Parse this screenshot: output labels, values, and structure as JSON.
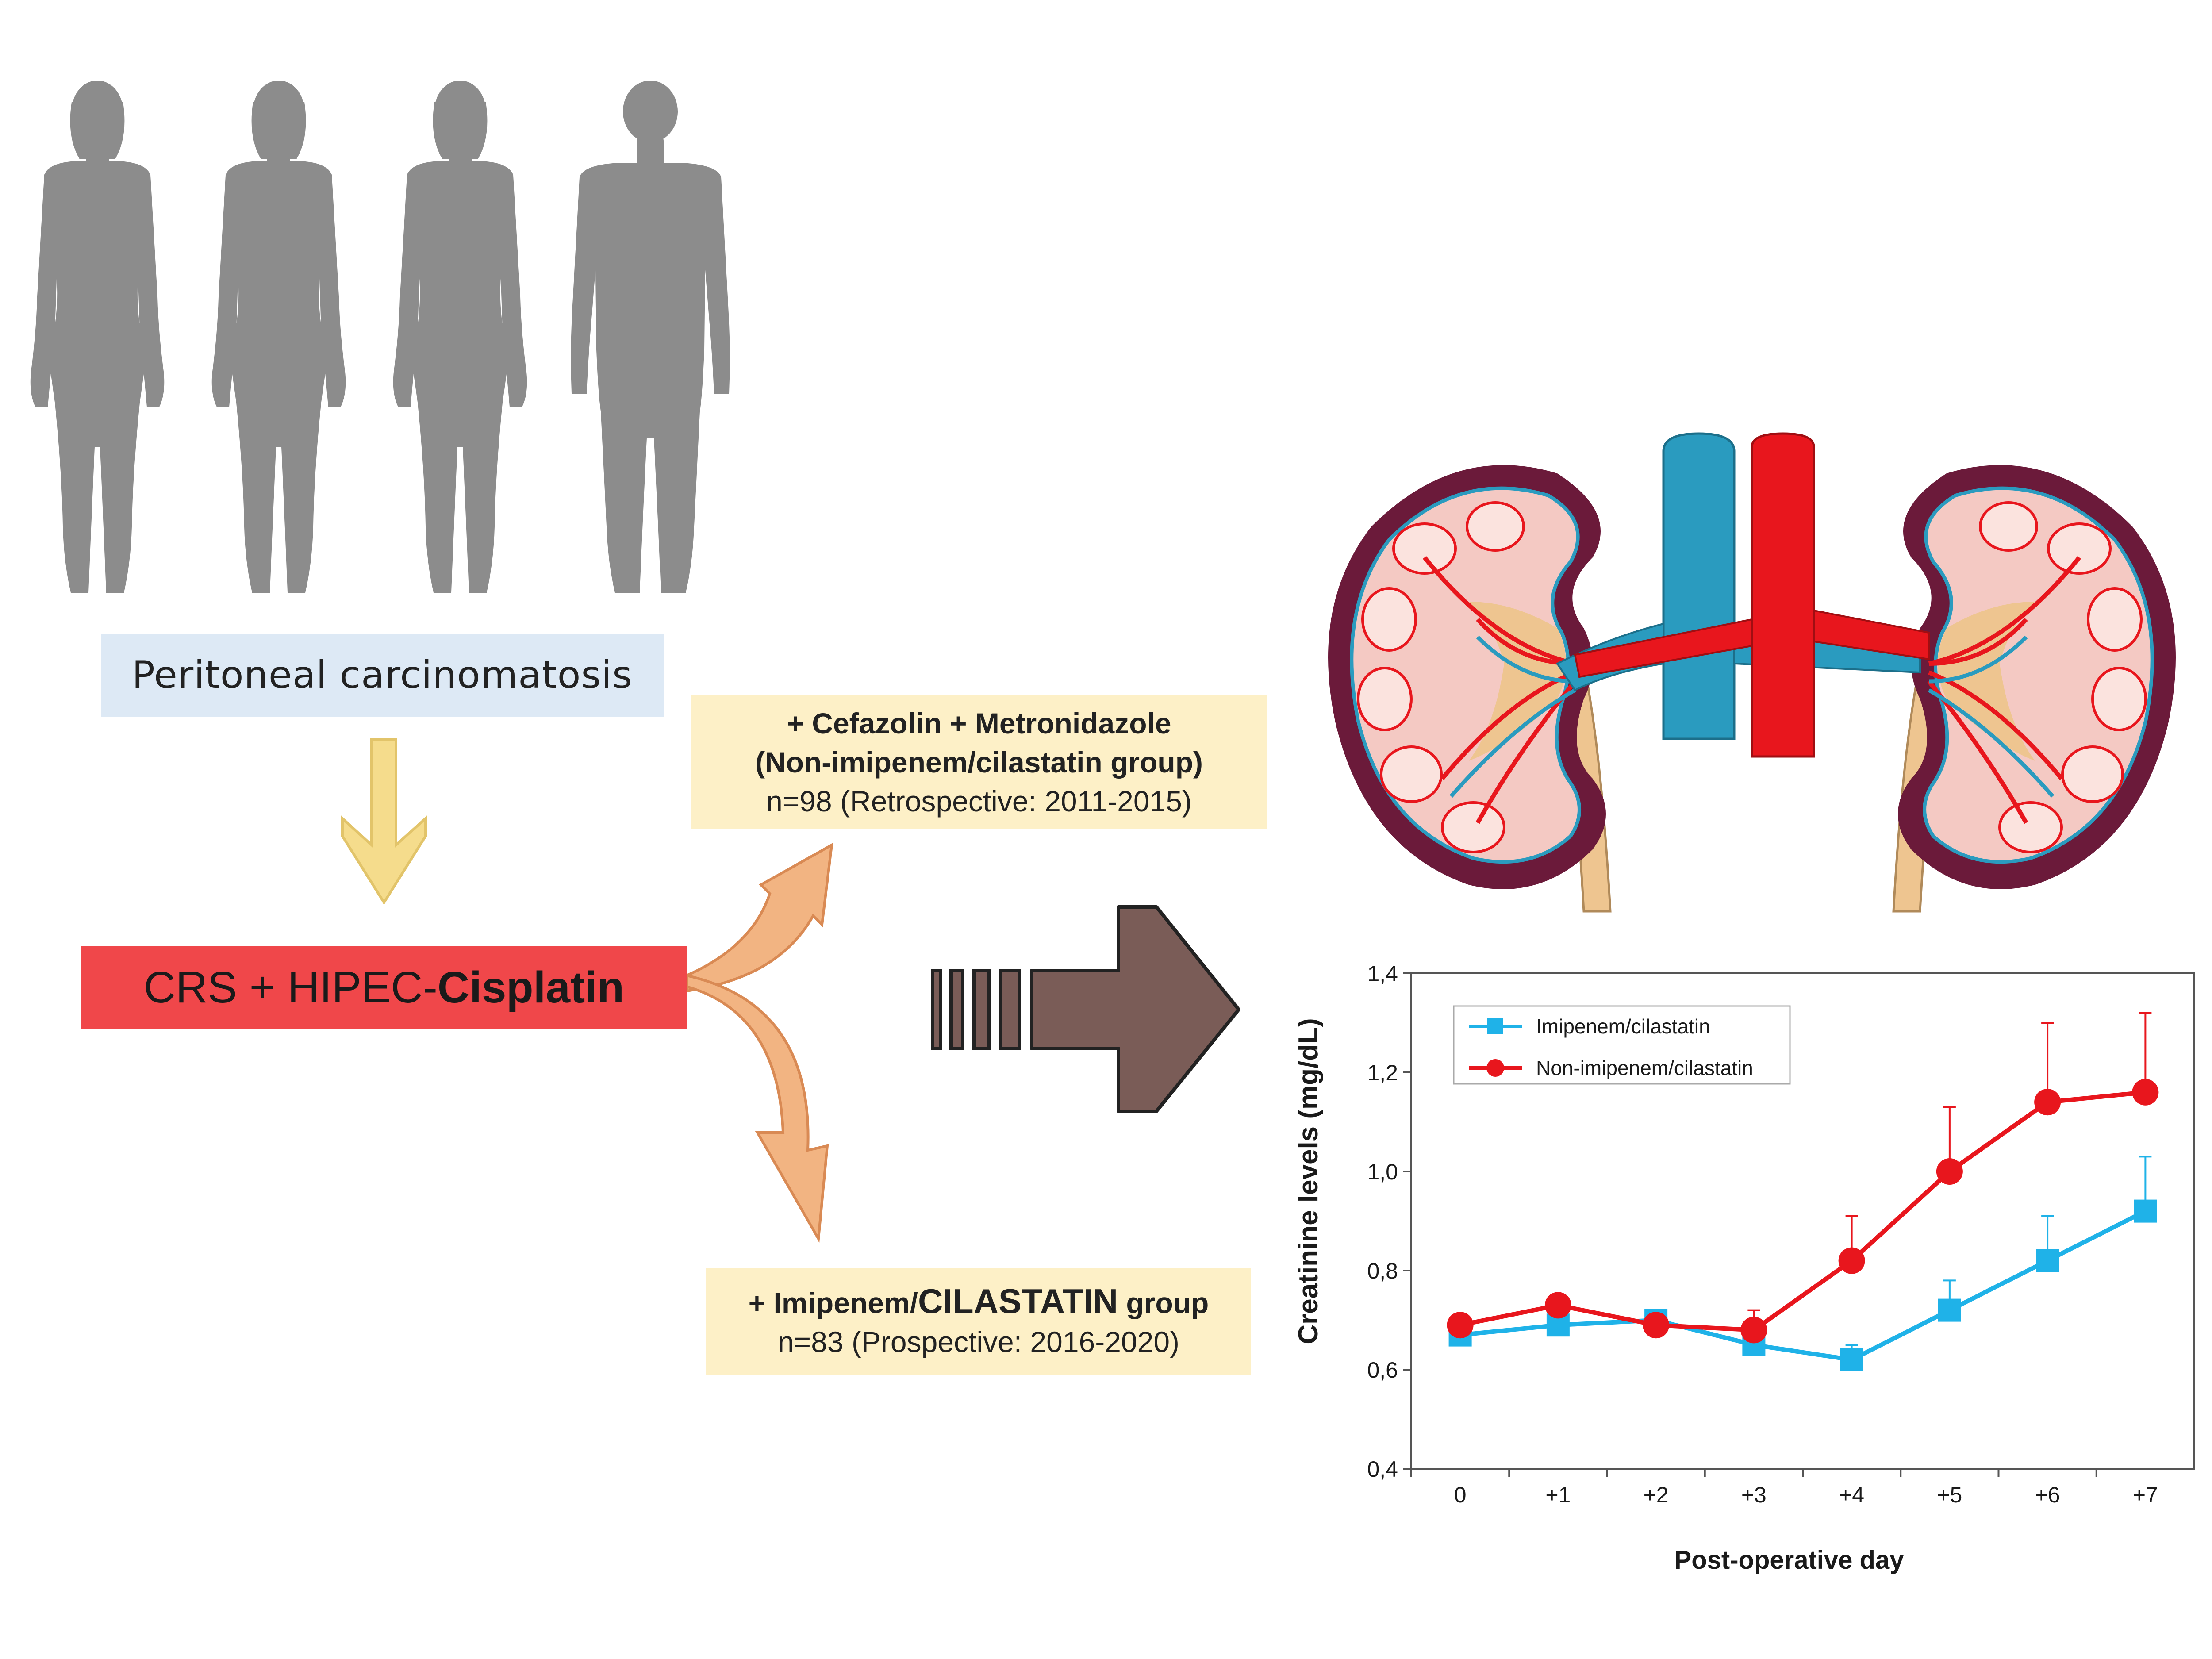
{
  "diagram": {
    "population_label": "Peritoneal carcinomatosis",
    "procedure": {
      "prefix": "CRS + HIPEC-",
      "bold": "Cisplatin"
    },
    "group_non_imipenem": {
      "line1": "+  Cefazolin + Metronidazole",
      "line2": "(Non-imipenem/cilastatin group)",
      "line3": "n=98 (Retrospective:  2011-2015)"
    },
    "group_imipenem": {
      "line1_prefix": "+ Imipenem/",
      "line1_big": "CILASTATIN",
      "line1_suffix": " group",
      "line2": "n=83 (Prospective:  2016-2020)"
    },
    "colors": {
      "population_box": "#dde9f5",
      "procedure_box": "#f0474a",
      "group_box": "#fdf0c7",
      "silhouette": "#8c8c8c",
      "down_arrow": "#f5dc8c",
      "branch_arrow": "#f2b482",
      "big_arrow": "#7a5c57",
      "vein": "#2a9bbf",
      "artery": "#e8161d"
    }
  },
  "chart_data": {
    "type": "line",
    "xlabel": "Post-operative day",
    "ylabel": "Creatinine levels (mg/dL)",
    "categories": [
      "0",
      "+1",
      "+2",
      "+3",
      "+4",
      "+5",
      "+6",
      "+7"
    ],
    "y_ticks": [
      "0,4",
      "0,6",
      "0,8",
      "1,0",
      "1,2",
      "1,4"
    ],
    "ylim": [
      0.4,
      1.4
    ],
    "legend_position": "top-left",
    "series": [
      {
        "name": "Imipenem/cilastatin",
        "color": "#1fb2e8",
        "marker": "square",
        "values": [
          0.67,
          0.69,
          0.7,
          0.65,
          0.62,
          0.72,
          0.82,
          0.92
        ],
        "error": [
          0.0,
          0.0,
          0.0,
          0.01,
          0.03,
          0.06,
          0.09,
          0.11
        ]
      },
      {
        "name": "Non-imipenem/cilastatin",
        "color": "#e8161d",
        "marker": "circle",
        "values": [
          0.69,
          0.73,
          0.69,
          0.68,
          0.82,
          1.0,
          1.14,
          1.16
        ],
        "error": [
          0.0,
          0.0,
          0.0,
          0.04,
          0.09,
          0.13,
          0.16,
          0.16
        ]
      }
    ]
  }
}
